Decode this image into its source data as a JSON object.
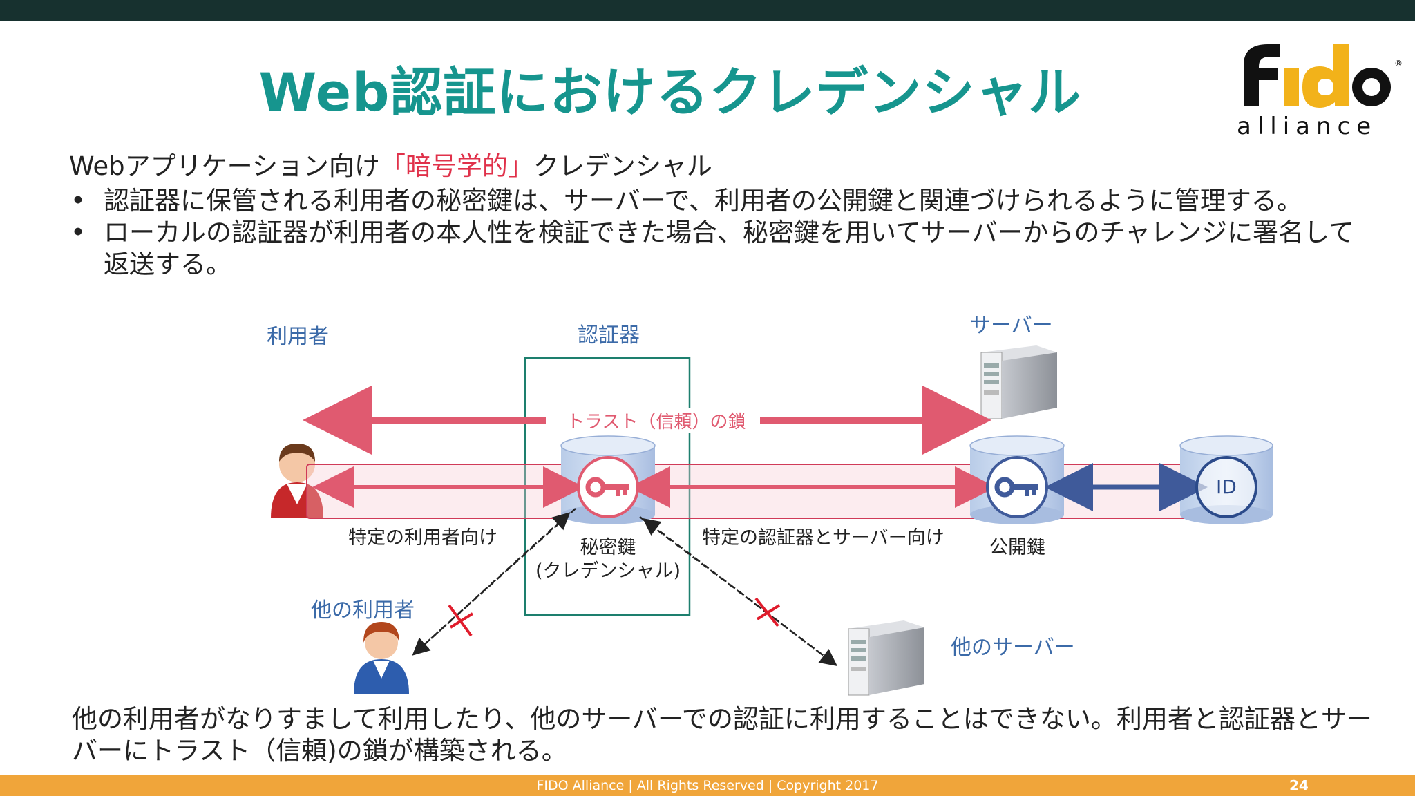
{
  "slide": {
    "title": "Web認証におけるクレデンシャル",
    "logo": {
      "brand": "fido",
      "sub": "alliance",
      "registered": "®"
    },
    "intro": {
      "before": "Webアプリケーション向け",
      "highlight": "「暗号学的」",
      "after": "クレデンシャル"
    },
    "bullets": [
      {
        "dot": "•",
        "text": "認証器に保管される利用者の秘密鍵は、サーバーで、利用者の公開鍵と関連づけられるように管理する。"
      },
      {
        "dot": "•",
        "text": "ローカルの認証器が利用者の本人性を検証できた場合、秘密鍵を用いてサーバーからのチャレンジに署名して返送する。"
      }
    ],
    "diagram": {
      "user_label": "利用者",
      "authenticator_label": "認証器",
      "server_label": "サーバー",
      "trust_chain_label": "トラスト（信頼）の鎖",
      "specific_user_label": "特定の利用者向け",
      "private_key_label_1": "秘密鍵",
      "private_key_label_2": "(クレデンシャル)",
      "specific_auth_server_label": "特定の認証器とサーバー向け",
      "public_key_label": "公開鍵",
      "id_label": "ID",
      "other_user_label": "他の利用者",
      "other_server_label": "他のサーバー",
      "colors": {
        "accent_red": "#e05a70",
        "accent_blue": "#3b6aa8",
        "frame_teal": "#1d7f6e"
      }
    },
    "bottom_text": "他の利用者がなりすまして利用したり、他のサーバーでの認証に利用することはできない。利用者と認証器とサーバーにトラスト（信頼)の鎖が構築される。",
    "footer": {
      "text": "FIDO Alliance | All Rights Reserved | Copyright 2017",
      "page": "24"
    }
  }
}
